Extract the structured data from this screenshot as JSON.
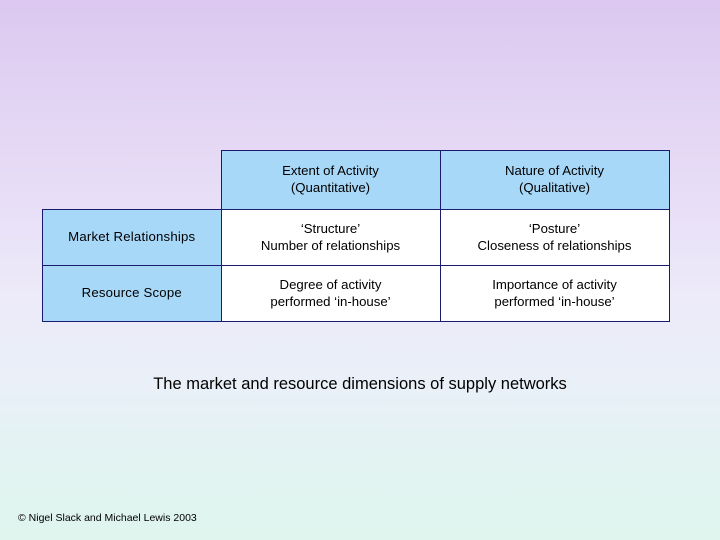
{
  "table": {
    "corner_label": "",
    "column_headers": [
      {
        "line1": "Extent of Activity",
        "line2": "(Quantitative)"
      },
      {
        "line1": "Nature of Activity",
        "line2": "(Qualitative)"
      }
    ],
    "rows": [
      {
        "header": "Market Relationships",
        "cells": [
          {
            "line1": "‘Structure’",
            "line2": "Number of relationships"
          },
          {
            "line1": "‘Posture’",
            "line2": "Closeness of relationships"
          }
        ]
      },
      {
        "header": "Resource Scope",
        "cells": [
          {
            "line1": "Degree of activity",
            "line2": "performed ‘in-house’"
          },
          {
            "line1": "Importance of activity",
            "line2": "performed ‘in-house’"
          }
        ]
      }
    ]
  },
  "caption": "The market and resource dimensions of supply networks",
  "footer": "© Nigel Slack and Michael Lewis 2003",
  "colors": {
    "header_fill": "#a8d8f8",
    "border": "#1a1a6e",
    "body_fill": "#ffffff"
  }
}
